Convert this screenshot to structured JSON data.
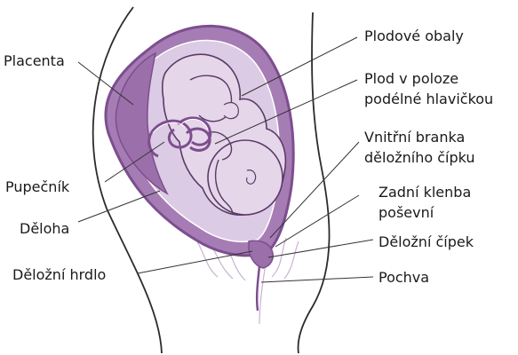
{
  "colors": {
    "outline": "#2b2b2b",
    "uterus_wall": "#7d4e8f",
    "uterus_inner": "#a67cb5",
    "amnion": "#dccbe4",
    "fetus_fill": "#e6d6ea",
    "fetus_line": "#5a3a66",
    "placenta": "#9b6faa",
    "cord": "#7d4e8f",
    "vagina_lines": "#c9b3d2",
    "leader": "#333333",
    "text": "#1a1a1a"
  },
  "labels": {
    "placenta": "Placenta",
    "pupecnik": "Pupečník",
    "deloha": "Děloha",
    "delozni_hrdlo": "Děložní hrdlo",
    "plodove_obaly": "Plodové obaly",
    "plod_line1": "Plod v poloze",
    "plod_line2": "podélné hlavičkou",
    "branka_line1": "Vnitřní branka",
    "branka_line2": "děložního čípku",
    "klenba_line1": "Zadní klenba",
    "klenba_line2": "poševní",
    "delozni_cipek": "Děložní čípek",
    "pochva": "Pochva"
  }
}
